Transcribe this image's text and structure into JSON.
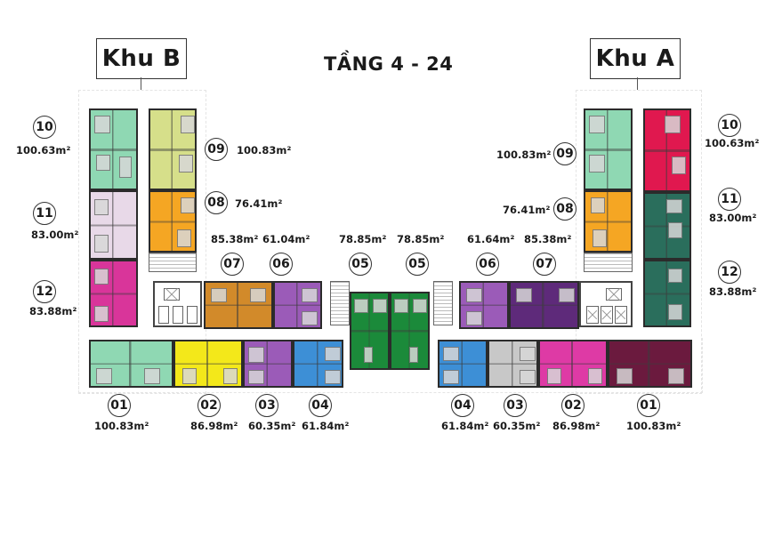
{
  "title": "TẦNG 4 - 24",
  "zones": {
    "b": {
      "label": "Khu B"
    },
    "a": {
      "label": "Khu A"
    }
  },
  "unit_suffix": "m²",
  "khu_b": {
    "u10": {
      "no": "10",
      "area": "100.63m²",
      "color": "#8fd8b3"
    },
    "u11": {
      "no": "11",
      "area": "83.00m²",
      "color": "#e8d9e8"
    },
    "u12": {
      "no": "12",
      "area": "83.88m²",
      "color": "#d9359a"
    },
    "u09": {
      "no": "09",
      "area": "100.83m²",
      "color": "#d6df8a"
    },
    "u08": {
      "no": "08",
      "area": "76.41m²",
      "color": "#f5a623"
    },
    "u07": {
      "no": "07",
      "area": "85.38m²",
      "color": "#d28a2a"
    },
    "u06": {
      "no": "06",
      "area": "61.04m²",
      "color": "#9b5bb8"
    },
    "u05": {
      "no": "05",
      "area": "78.85m²",
      "color": "#1b8a3a"
    },
    "u01": {
      "no": "01",
      "area": "100.83m²",
      "color": "#8fd8b3"
    },
    "u02": {
      "no": "02",
      "area": "86.98m²",
      "color": "#f3e81a"
    },
    "u03": {
      "no": "03",
      "area": "60.35m²",
      "color": "#9b5bb8"
    },
    "u04": {
      "no": "04",
      "area": "61.84m²",
      "color": "#3d8fd6"
    }
  },
  "khu_a": {
    "u10": {
      "no": "10",
      "area": "100.63m²",
      "color": "#e0184f"
    },
    "u11": {
      "no": "11",
      "area": "83.00m²",
      "color": "#2a6e5c"
    },
    "u12": {
      "no": "12",
      "area": "83.88m²",
      "color": "#2a6e5c"
    },
    "u09": {
      "no": "09",
      "area": "100.83m²",
      "color": "#8fd8b3"
    },
    "u08": {
      "no": "08",
      "area": "76.41m²",
      "color": "#f5a623"
    },
    "u07": {
      "no": "07",
      "area": "85.38m²",
      "color": "#5e2a7a"
    },
    "u06": {
      "no": "06",
      "area": "61.64m²",
      "color": "#9b5bb8"
    },
    "u05": {
      "no": "05",
      "area": "78.85m²",
      "color": "#1b8a3a"
    },
    "u01": {
      "no": "01",
      "area": "100.83m²",
      "color": "#6b1a3e"
    },
    "u02": {
      "no": "02",
      "area": "86.98m²",
      "color": "#de3aa5"
    },
    "u03": {
      "no": "03",
      "area": "60.35m²",
      "color": "#c8c8c8"
    },
    "u04": {
      "no": "04",
      "area": "61.84m²",
      "color": "#3d8fd6"
    }
  }
}
